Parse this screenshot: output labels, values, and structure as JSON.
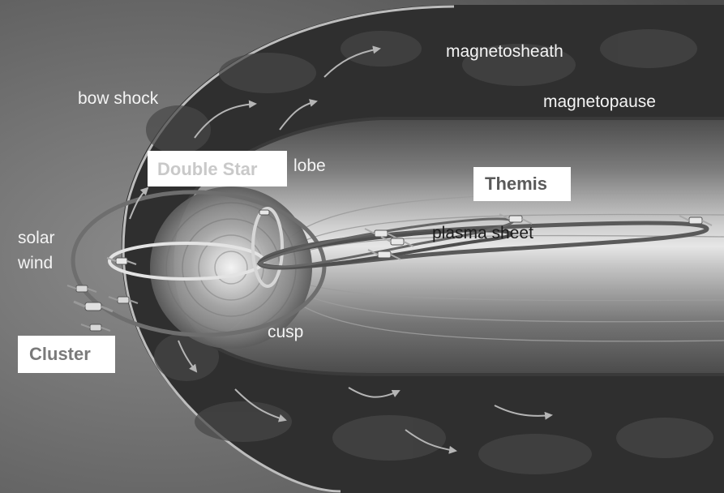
{
  "labels": {
    "bow_shock": "bow shock",
    "magnetosheath": "magnetosheath",
    "magnetopause": "magnetopause",
    "lobe": "lobe",
    "solar_wind_line1": "solar",
    "solar_wind_line2": "wind",
    "plasma_sheet": "plasma sheet",
    "cusp": "cusp"
  },
  "missions": {
    "double_star": "Double Star",
    "themis": "Themis",
    "cluster": "Cluster"
  },
  "colors": {
    "label_text": "#f4f4f4",
    "mission_box_fill": "#ffffff",
    "double_star_text": "#c9c9c9",
    "themis_text": "#5a5a5a",
    "cluster_text": "#7a7a7a",
    "orbit_stroke": "#6e6e6e"
  },
  "icons": {
    "spacecraft": "satellite-icon",
    "flow": "flow-arrow-icon"
  }
}
